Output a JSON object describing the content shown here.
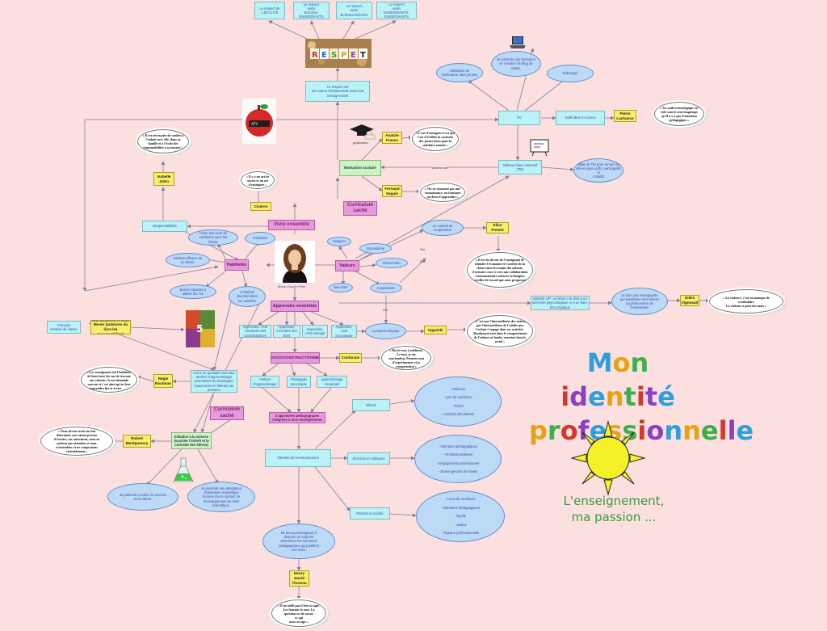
{
  "title": "Mon identité professionnelle",
  "subtitle": "L'enseignement,\nma passion ...",
  "colors": {
    "background": "#fbe0df",
    "line": "#7b7f9c",
    "title_palette": [
      "#2e9fd9",
      "#e6a311",
      "#3cb04b",
      "#d6362e",
      "#8d3fc3"
    ]
  },
  "nodes": {
    "resp_egalite": "Le respect de\nL'ÉGALITÉ",
    "resp_ens_eleves": "Le respect\nentre\nÉLÈVES-ENSEIGNANTS",
    "resp_eleves": "Le respect\nentre\nÉLÈVES-ÉLÈVES",
    "resp_ens_ens": "Le respect\nentre\nENSEIGNANTS-ENSEIGNANTS",
    "respect_valeur": "Le respect est\nune valeur fondamentale dans tout\nenseignement",
    "formation": "Je possède une formation\nen création de blog de\nclasse.",
    "utilisation_tic": "Utilisation de\nl'ordinateur dans projets",
    "robotique": "Robotique",
    "tic": "TIC",
    "tablo": "Tablô Blue-In-Carrés",
    "pierre": "Pierre\nLachance",
    "pierre_quote": "« Un outil technologique est\nvide sans le sens longtemps\nqu'il n'y a pas d'intention\npédagogique »",
    "tbi": "Tableau blanc interactif\n(TBI)",
    "tbi_use": "J'utilise le TBI pour rendre mes\nélèves plus actifs, participatifs et\ncréatifs",
    "anatole": "Anatole\nFrance",
    "anatole_quote": "« L'art d'enseigner n'est que\nl'art d'éveiller la curiosité\ndes jeunes âmes pour la\nsatisfaire ensuite »",
    "motivation": "Motivation scolaire",
    "amene": "Amène une",
    "fernand": "Fernand\nSeguin",
    "fernand_quote": "« On ne transmet pas une\nconnaissance, on transmet\nun désir d'apprendre »",
    "graduation": "graduation",
    "ciceron": "Cicéron",
    "ciceron_quote": "« Il y a un art de\nsavoir et un art\nd'enseigner »",
    "isabelle": "Isabelle\nJobin",
    "isabelle_quote": "« Il est nécessaire de confier à\nl'enfant avec elle, dans sa\nfamille et à l'école des\nresponsabilités à sa mesure »",
    "curriculum_top": "Curriculum\ncaché",
    "vivre": "Vivre ensemble",
    "responsabilites": "Responsabilités",
    "creer_liens": "Créer des liens de\nconfiance avec les\nélèves",
    "animation": "Animation",
    "gestion": "Gestion efficace de\nla classe",
    "habiletes": "Habiletés",
    "bonne_capacite": "Bonne capacité à\nutiliser les TIC",
    "creativite": "Créativité\ndiversité dans\nles activités",
    "marie": "Marie-Claude Pelle",
    "respect": "Respect",
    "dynamisme": "Dynamisme",
    "democratie": "Démocratie",
    "valeurs": "Valeurs",
    "bien_etre": "Bien-Être",
    "cooperation": "Coopération",
    "par1": "Par",
    "par2": "Par",
    "par3": "Par",
    "conseil": "Le conseil de\ncoopération",
    "elise": "Élise\nFreinet",
    "elise_quote": "« Il est du devoir de l'enseignant de\nstimuler l'économie et l'activité de la\nclasse entre les mains des enfants,\nd'orienter ceux-ci vers une collaboration\ncommunautaire selon les techniques\nnouvelles de travail que nous proposons »",
    "batterie": "Batterie LIP: un élève a le droit à un\nbien-être psychologique et à un bien-\nêtre physique",
    "saine": "Je suis une enseignante\nqui sensibilise mes élèves\nau phénomène de\nl'intimidation",
    "gilles": "Gilles\nVigneault",
    "gilles_quote": "« La violence, c'est un manque de\nvocabulaire.\nLa violence a peur des mots »",
    "francais": "Français\nGestion de classe",
    "gail": "Gail Boushey et Joan\nMoser (auteures du livre les\n5 au quotidien)",
    "apprendre": "Apprendre ensemble",
    "app_c_est": "Apprendre, c'est\nconstruire des\nconnaissances",
    "app_faire": "Apprendre,\nc'est faire des\nliens",
    "app_interagir": "Apprendre,\nc'est interagir",
    "app_encourager": "Apprendre,\nc'est encourager",
    "travail_equipe": "Le travail d'équipe",
    "vygotski": "Vygotski",
    "vygotski_quote": "« C'est par l'intermédiaire des autres,\npar l'intermédiaire de l'adulte que\nl'enfant s'engage dans ses activités.\nAbsolument tout dans le comportement\nde l'enfant est fondu, enraciné dans le\nsocial »",
    "socio": "SOCIOCONSTRUCTIVISME",
    "confucius": "Confucius",
    "confucius_quote": "« Dis-le-moi, j'oublierai.\nLe-moi, je me\nsouviendrai. Permets-moi\nd'expérimenter et je\ncomprendrai »",
    "les5": "Les 5 au quotidien sont des\nateliers d'apprentissage\npermettant de développer\nl'autonomie en littératie au\nprimaire.",
    "regie": "Regie\nRoutman",
    "regie_quote": "« Les enseignants ont l'habitude\nde faire faire des tas de travaux\naux enfants. Je me demande\nsouvent si c'est ainsi qu'on leur\napprendra lire et écrire . . . »",
    "ateliers_app": "Ateliers\nd'apprentissage",
    "pedagogie_projet": "Pédagogie\npar projets",
    "apprentissage_coop": "Apprentissage\ncoopératif",
    "approches": "3 approches pédagogiques\nintégrées à mon enseignement",
    "curriculum_bottom": "Curriculum\ncaché",
    "robert": "Robert\nMontgomery",
    "robert_quote": "« Nous devons avoir un but\ndéterminé, une raison précise\nd'écouter, car autrement, nous ne\nprêtons pas attention et nous\nn'entendons et ne comprenons\nvéritablement »",
    "initiation": "Initiation à la science\n(susciter l'intérêt et la\ncuriosité des élèves)",
    "dec": "Je possède un DEC en science\nde la nature.",
    "attestation": "Je possède une attestation\nd'animation scientifique\ndonnée par le contact de\ndéveloppement du loisir\nscientifique.",
    "attentes": "Attentes de l'environnement",
    "eleves": "Élèves",
    "eleves_items": "- Patience\n\n- Lien de confiance\n\n- Plaisir\n\n- Activités stimulantes",
    "direction": "Direction et collègues",
    "direction_items": "- Intentions pédagogiques\n\n- Professionnalisme\n\n- Engagement professionnel\n\n- Bonne gestion de classe",
    "parents": "Parents et société",
    "parents_items": "- Liens de confiance\n\n- Intentions pédagogiques\n\n- Équité\n\n- Justice\n\n- Rigueur professionnelle",
    "en_tant": "En tant qu'enseignant, il\ndispose de toujours\ndéterminer les intentions\npédagogiques qui justifient\nnos choix.",
    "henry": "Henry\nDavid\nThoreau",
    "henry_quote": "« Il ne suffit pas d'être occupé.\nLes fourmis le sont. La\nquestion est de savoir\nce qui\nnous occupe »"
  }
}
